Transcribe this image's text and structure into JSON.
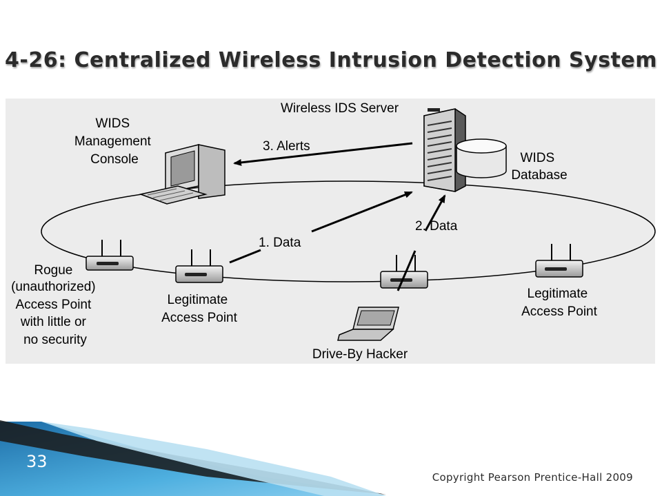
{
  "title": "4-26: Centralized Wireless Intrusion Detection System",
  "diagram": {
    "wireless_ids_server": "Wireless IDS Server",
    "wids_database": [
      "WIDS",
      "Database"
    ],
    "wids_console": [
      "WIDS",
      "Management",
      "Console"
    ],
    "alerts": "3. Alerts",
    "data1": "1. Data",
    "data2": "2. Data",
    "rogue_ap": [
      "Rogue",
      "(unauthorized)",
      "Access Point",
      "with little or",
      "no security"
    ],
    "legit_ap_1": [
      "Legitimate",
      "Access Point"
    ],
    "legit_ap_2": [
      "Legitimate",
      "Access Point"
    ],
    "hacker": "Drive-By Hacker"
  },
  "footer": {
    "slide_number": "33",
    "copyright": "Copyright Pearson Prentice-Hall 2009"
  },
  "colors": {
    "footer_blue": "#2f8fc4",
    "diagram_bg": "#ececec"
  }
}
